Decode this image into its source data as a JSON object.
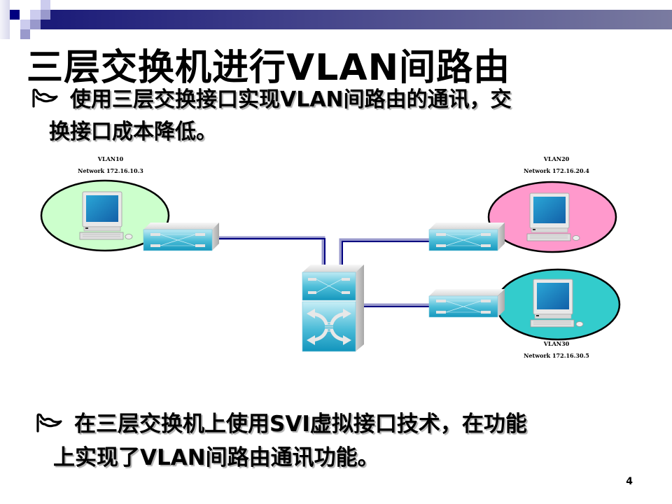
{
  "slide": {
    "title": "三层交换机进行VLAN间路由",
    "page_number": "4",
    "bullets": [
      {
        "icon": "flag-bullet-icon",
        "lines": [
          "使用三层交换接口实现VLAN间路由的通讯，交",
          "换接口成本降低。"
        ]
      },
      {
        "icon": "flag-bullet-icon",
        "lines": [
          "在三层交换机上使用SVI虚拟接口技术，在功能",
          "上实现了VLAN间路由通讯功能。"
        ]
      }
    ]
  },
  "diagram": {
    "vlans": [
      {
        "name": "VLAN10",
        "network": "Network 172.16.10.3",
        "color": "#ccffcc"
      },
      {
        "name": "VLAN20",
        "network": "Network 172.16.20.4",
        "color": "#ff99cc"
      },
      {
        "name": "VLAN30",
        "network": "Network 172.16.30.5",
        "color": "#33cccc"
      }
    ],
    "devices": [
      "access-switch-vlan10",
      "access-switch-vlan20",
      "access-switch-vlan30",
      "layer3-switch"
    ],
    "link_color": "#000080",
    "link_glow": "#9999cc"
  },
  "theme": {
    "header_dark": "#000080",
    "header_mid": "#9999cc",
    "header_light": "#ccccee"
  }
}
